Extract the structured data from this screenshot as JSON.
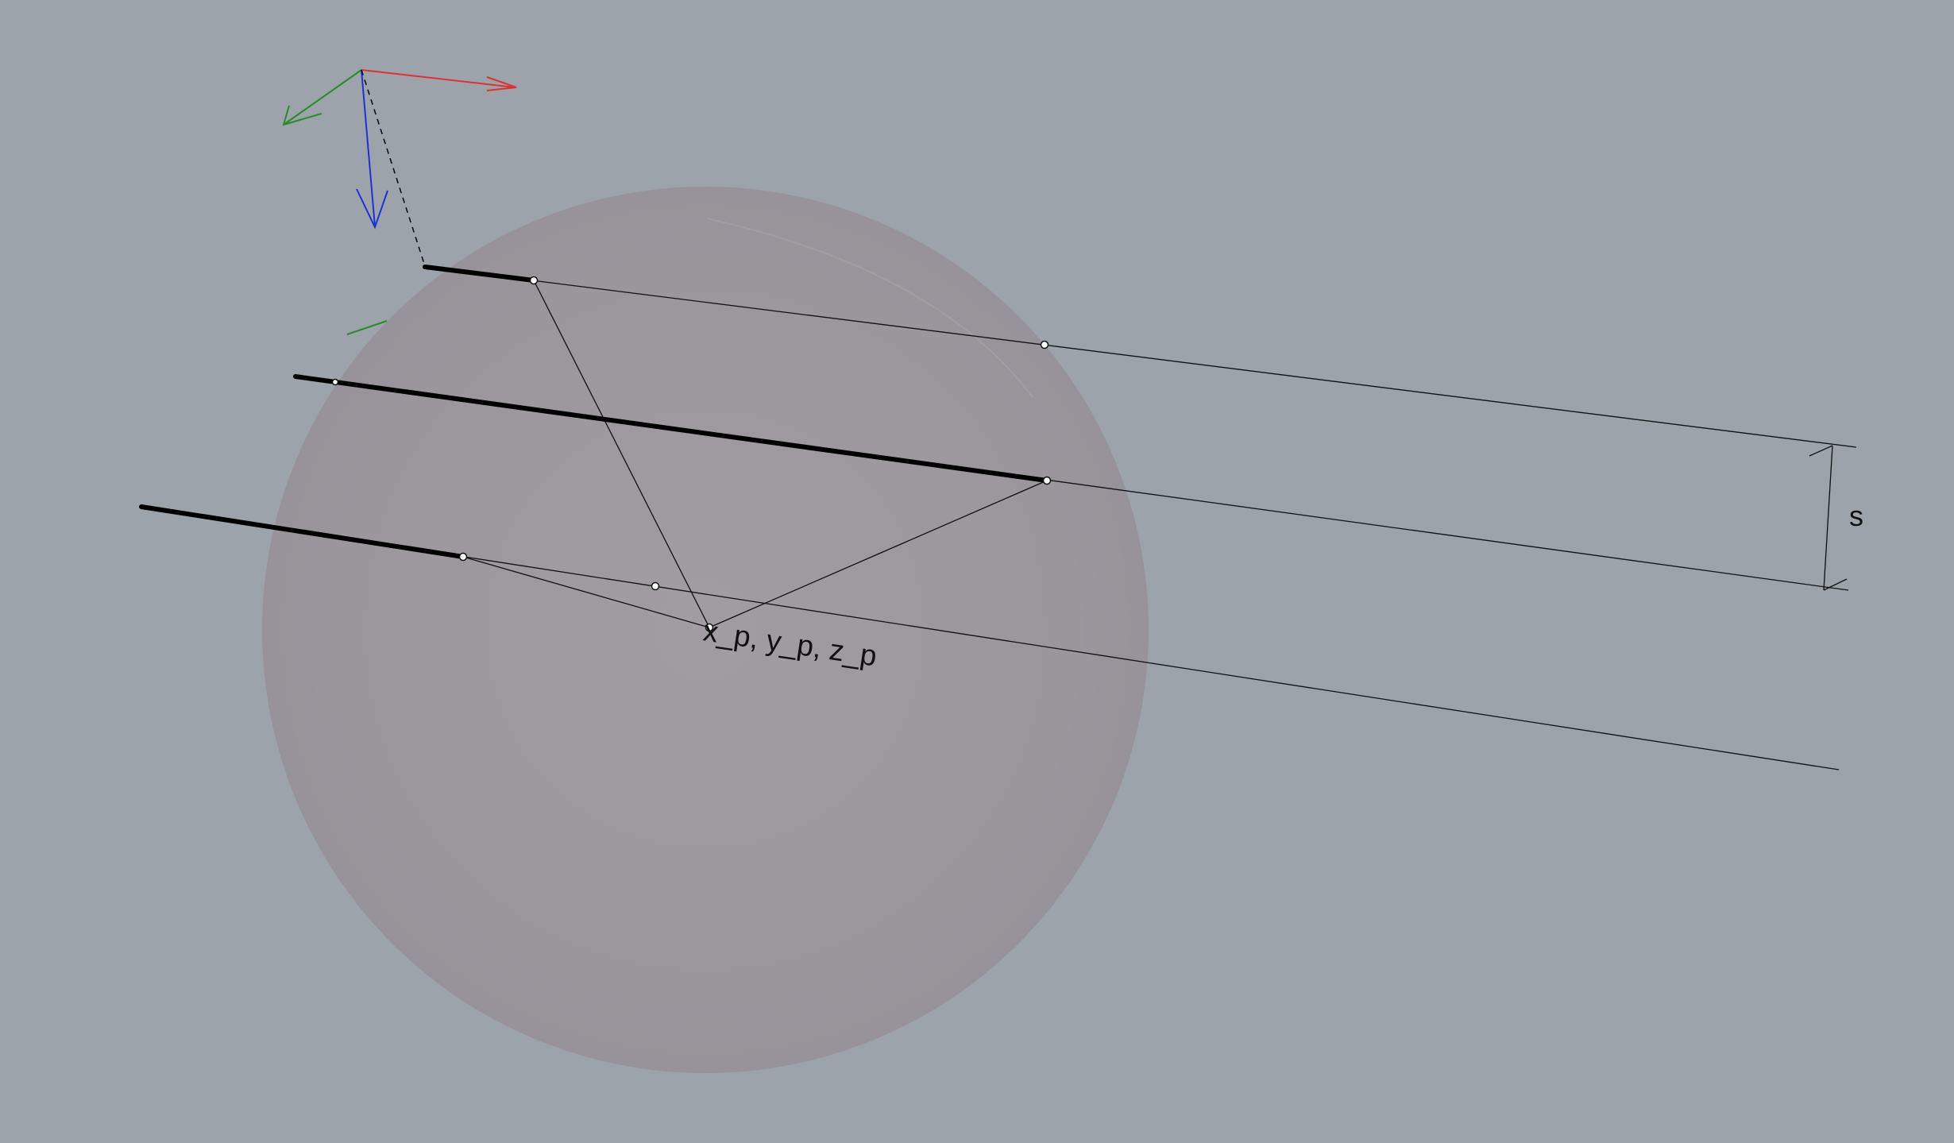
{
  "labels": {
    "point": "x_p, y_p, z_p",
    "spacing": "s"
  },
  "colors": {
    "background": "#9ca3ab",
    "sphere": "#9b969c",
    "axis_x": "#e03030",
    "axis_y": "#2a8a2a",
    "axis_z": "#2030d8",
    "line": "#111111"
  },
  "icons": {
    "gizmo": "xyz-axis-gizmo",
    "vertex": "vertex-marker"
  }
}
